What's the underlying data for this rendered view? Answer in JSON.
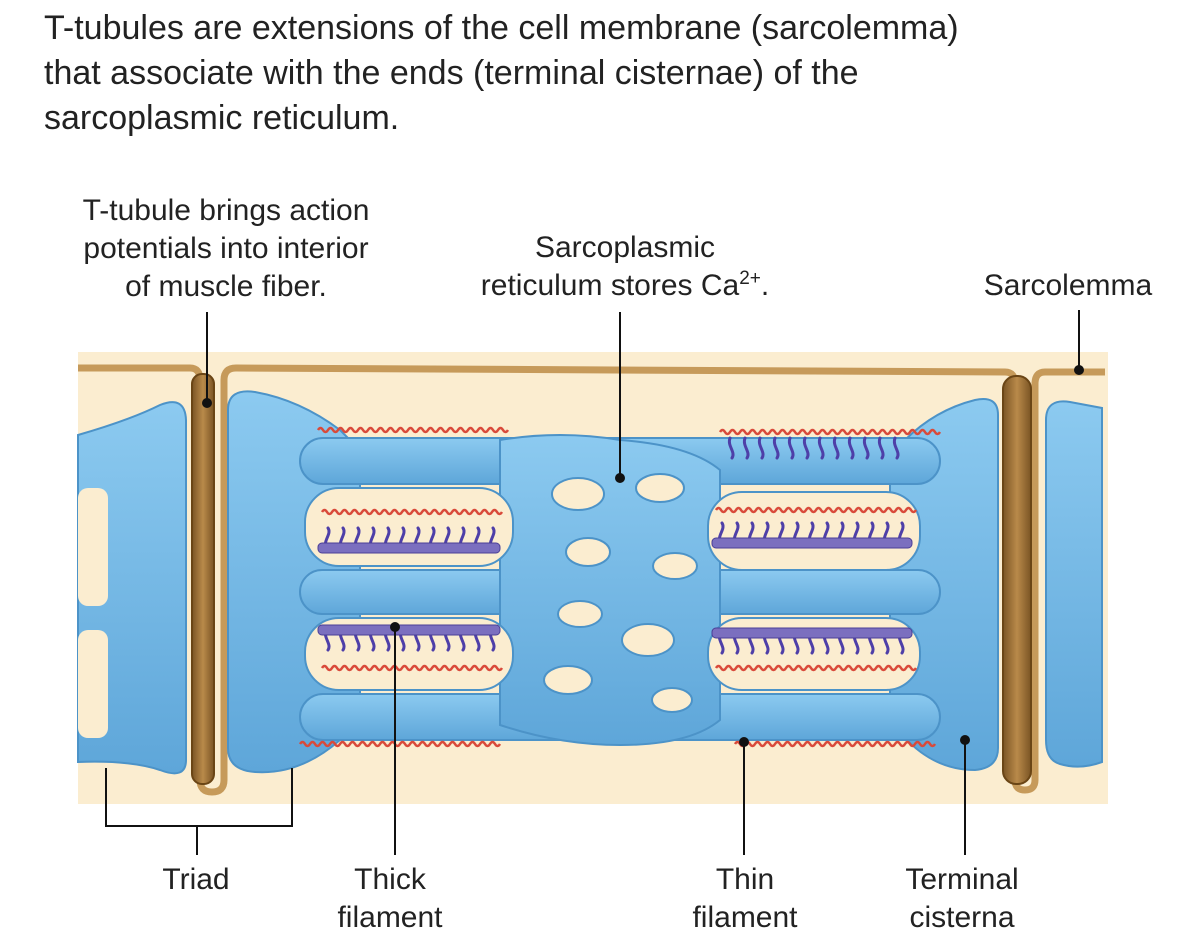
{
  "heading": [
    "T-tubules are extensions of the cell membrane (sarcolemma)",
    "that associate with the ends (terminal cisternae) of the",
    "sarcoplasmic reticulum."
  ],
  "labels": {
    "t_tubule": [
      "T-tubule brings action",
      "potentials into interior",
      "of muscle fiber."
    ],
    "sr": [
      "Sarcoplasmic",
      "reticulum stores Ca",
      "2+",
      "."
    ],
    "sarcolemma": "Sarcolemma",
    "triad": "Triad",
    "thick": [
      "Thick",
      "filament"
    ],
    "thin": [
      "Thin",
      "filament"
    ],
    "terminal": [
      "Terminal",
      "cisterna"
    ]
  },
  "colors": {
    "background": "#fbedd0",
    "sarcolemma": "#c69a5a",
    "t_tubule": "#a57a3c",
    "sr": "#76b9e4",
    "sr_edge": "#4c93c8",
    "thick": "#7b6fbf",
    "myosin_head": "#4e3fa8",
    "thin": "#d94a3a",
    "leader": "#111111"
  }
}
